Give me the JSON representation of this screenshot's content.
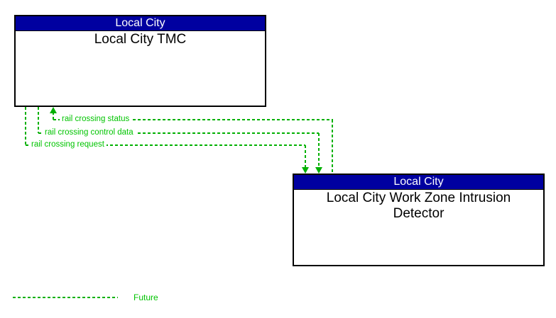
{
  "diagram": {
    "entities": [
      {
        "id": "local-city-tmc",
        "header": "Local City",
        "title": "Local City TMC"
      },
      {
        "id": "local-city-work-zone-intrusion-detector",
        "header": "Local City",
        "title": "Local City Work Zone Intrusion Detector"
      }
    ],
    "flows": [
      {
        "label": "rail crossing status",
        "from": "Local City Work Zone Intrusion Detector",
        "to": "Local City TMC",
        "status": "future"
      },
      {
        "label": "rail crossing control data",
        "from": "Local City TMC",
        "to": "Local City Work Zone Intrusion Detector",
        "status": "future"
      },
      {
        "label": "rail crossing request",
        "from": "Local City TMC",
        "to": "Local City Work Zone Intrusion Detector",
        "status": "future"
      }
    ],
    "legend": {
      "future_label": "Future"
    },
    "colors": {
      "header_background": "#0000A0",
      "header_text": "#FFFFFF",
      "flow_line_green": "#00B000",
      "flow_label_green": "#00C400",
      "box_border": "#000000",
      "background": "#FFFFFF"
    }
  }
}
